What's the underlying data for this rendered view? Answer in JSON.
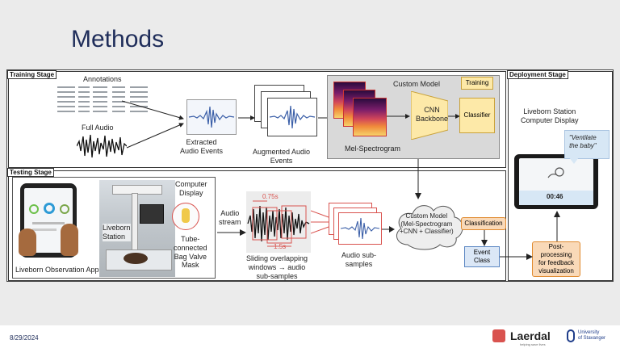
{
  "slide": {
    "title": "Methods",
    "date": "8/29/2024",
    "logo_laerdal": "Laerdal",
    "logo_laerdal_tag": "helping save lives",
    "logo_uis_line1": "University",
    "logo_uis_line2": "of Stavanger"
  },
  "training": {
    "stage_label": "Training Stage",
    "annotations_label": "Annotations",
    "full_audio_label": "Full Audio",
    "extracted_label": "Extracted\nAudio Events",
    "augmented_label": "Augmented Audio\nEvents",
    "custom_model_label": "Custom Model",
    "training_badge": "Training",
    "cnn_label": "CNN\nBackbone",
    "classifier_label": "Classifier",
    "mel_label": "Mel-Spectrogram"
  },
  "testing": {
    "stage_label": "Testing Stage",
    "computer_display_label": "Computer\nDisplay",
    "liveborn_station_label": "Liveborn\nStation",
    "bag_valve_label": "Tube-\nconnected\nBag Valve\nMask",
    "app_label": "Liveborn Observation App",
    "audio_stream_label": "Audio\nstream",
    "window_075": "0.75s",
    "window_15": "1.5s",
    "sliding_label": "Sliding overlapping\nwindows → audio\nsub-samples",
    "subsamples_label": "Audio sub-\nsamples",
    "custom_model_full": "Custom Model\n(Mel-Spectrogram\n+CNN + Classifier)",
    "classification_label": "Classification",
    "event_class_label": "Event\nClass"
  },
  "deployment": {
    "stage_label": "Deployment Stage",
    "display_title": "Liveborn Station\nComputer Display",
    "speech_bubble": "\"Ventilate\nthe baby\"",
    "timer": "00:46",
    "postprocess_label": "Post-\nprocessing\nfor feedback\nvisualization"
  },
  "colors": {
    "title": "#1f2d5a",
    "wave": "#3b5fa8",
    "arrow": "#222222",
    "highlight": "#d9534f"
  }
}
